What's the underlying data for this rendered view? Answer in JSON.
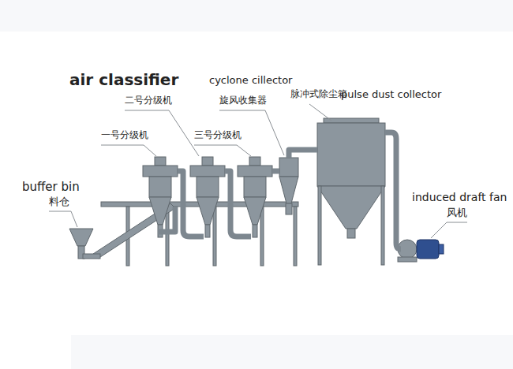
{
  "diagram": {
    "labels": [
      "air classifier",
      "二号分级机",
      "cyclone cillector",
      "旋风收集器",
      "脉冲式除尘箱",
      "pulse dust collector",
      "一号分级机",
      "三号分级机",
      "buffer bin",
      "料仓",
      "induced draft fan",
      "风机"
    ]
  }
}
